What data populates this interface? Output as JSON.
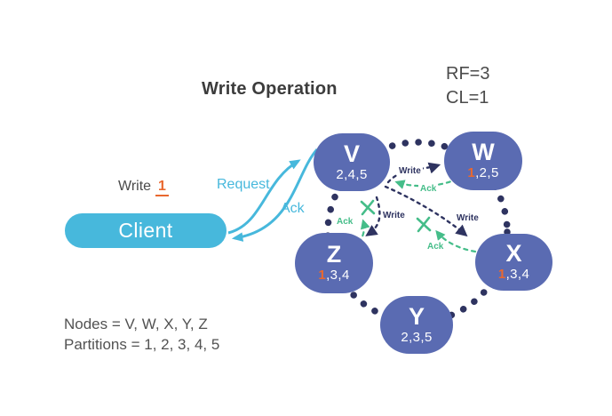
{
  "title": "Write Operation",
  "params": {
    "rf_label": "RF=3",
    "cl_label": "CL=1"
  },
  "client_flow": {
    "write_label": "Write",
    "write_value": "1",
    "client_label": "Client",
    "request_label": "Request",
    "ack_label": "Ack"
  },
  "ring": {
    "nodes": [
      {
        "id": "V",
        "partitions": "2,4,5",
        "p_first": "2",
        "p_rest": ",4,5",
        "p_first_class": "pf"
      },
      {
        "id": "W",
        "partitions": "1,2,5",
        "p_first": "1",
        "p_rest": ",2,5",
        "p_first_class": "pf hl"
      },
      {
        "id": "X",
        "partitions": "1,3,4",
        "p_first": "1",
        "p_rest": ",3,4",
        "p_first_class": "pf hl"
      },
      {
        "id": "Y",
        "partitions": "2,3,5",
        "p_first": "2",
        "p_rest": ",3,5",
        "p_first_class": "pf"
      },
      {
        "id": "Z",
        "partitions": "1,3,4",
        "p_first": "1",
        "p_rest": ",3,4",
        "p_first_class": "pf hl"
      }
    ],
    "edges": [
      {
        "from": "V",
        "to": "W",
        "label": "Write",
        "status": "sent"
      },
      {
        "from": "W",
        "to": "V",
        "label": "Ack",
        "status": "received"
      },
      {
        "from": "V",
        "to": "Z",
        "label": "Write",
        "status": "sent"
      },
      {
        "from": "Z",
        "to": "V",
        "label": "Ack",
        "status": "crossed"
      },
      {
        "from": "V",
        "to": "X",
        "label": "Write",
        "status": "sent"
      },
      {
        "from": "X",
        "to": "V",
        "label": "Ack",
        "status": "crossed"
      }
    ]
  },
  "legend": {
    "nodes_line": "Nodes = V, W, X, Y, Z",
    "partitions_line": "Partitions = 1, 2, 3, 4, 5"
  },
  "colors": {
    "node_fill": "#5a6bb2",
    "navy": "#2e3360",
    "green": "#45bd89",
    "cyan": "#47b8dc",
    "orange": "#e9682f"
  }
}
